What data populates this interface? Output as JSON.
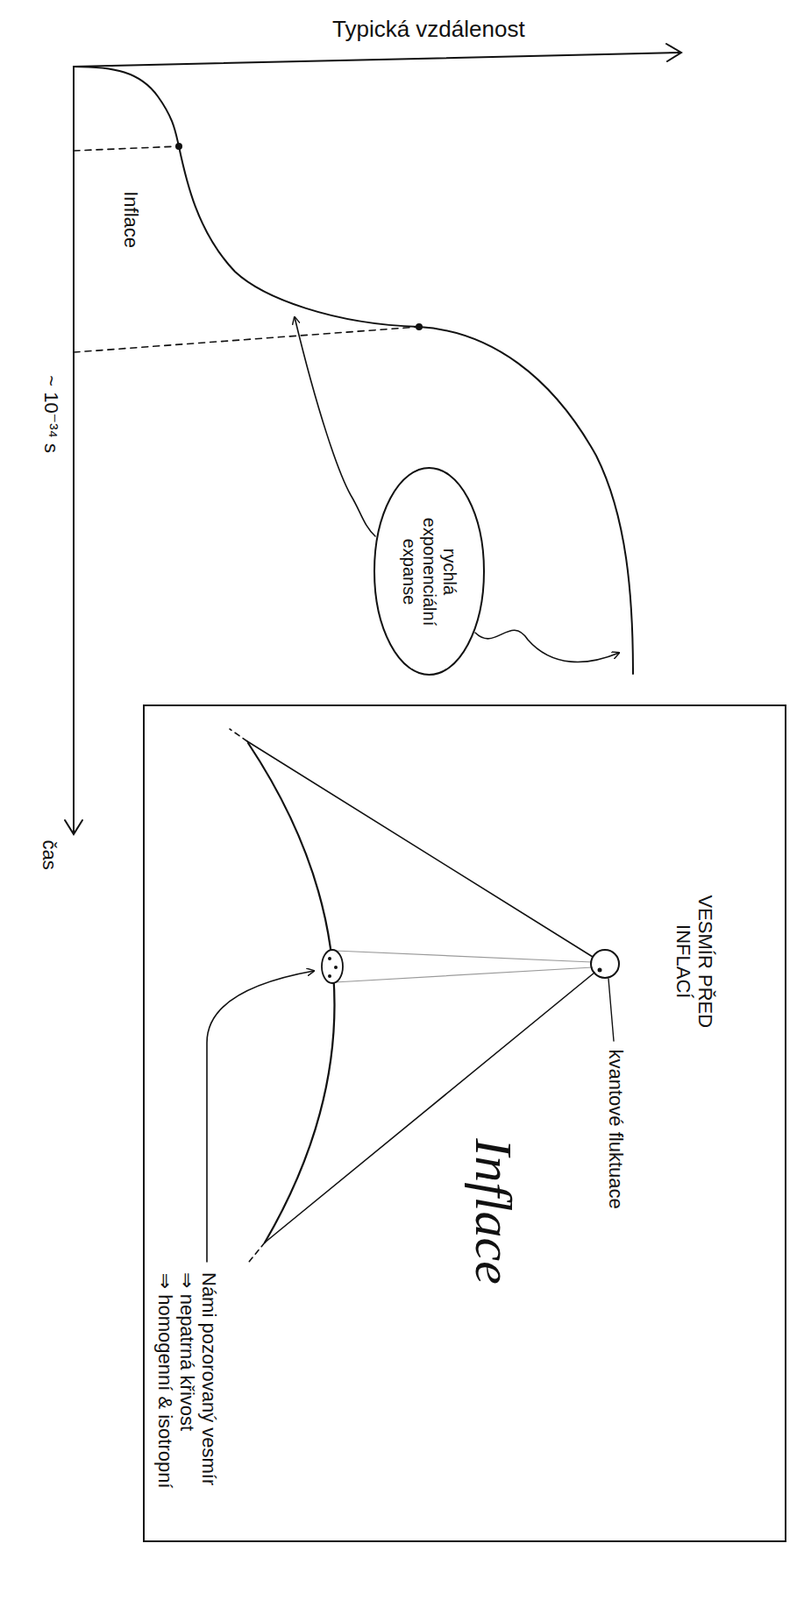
{
  "diagram": {
    "nodes": [
      {
        "text": [
          "rychlá exponenciální expanse"
        ]
      },
      {
        "text": [
          "Inflace",
          "VESMÍR PŘED INFLACÍ",
          "kvantové fluktuace",
          "Námi pozorovaný vesmír",
          "⇒ nepatrná křivost",
          "⇒ homogenní & isotropní"
        ]
      }
    ],
    "labels": [
      "Typická vzdálenost",
      "Inflace",
      "~ 10⁻³⁴ s",
      "čas"
    ]
  }
}
